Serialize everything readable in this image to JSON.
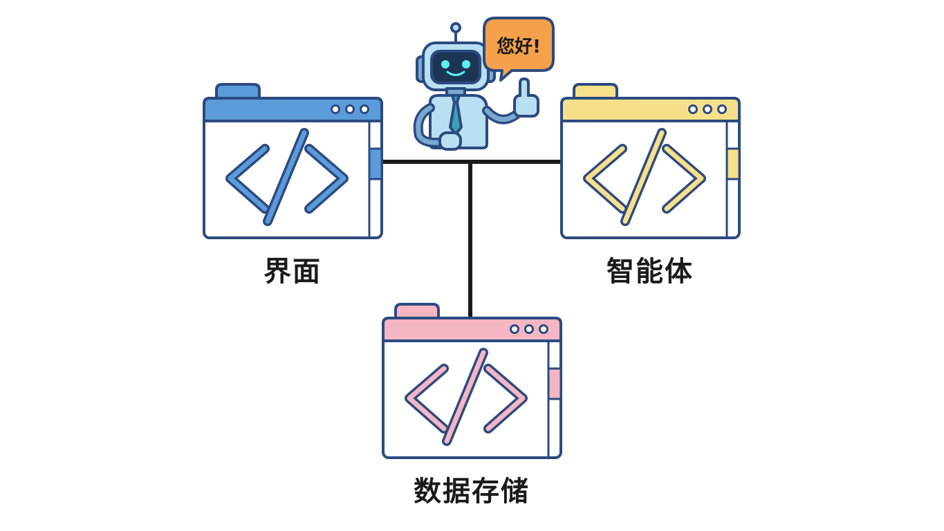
{
  "diagram": {
    "nodes": [
      {
        "id": "ui",
        "label": "界面",
        "accent": "#5b9bd9",
        "light": "#dbe9f8"
      },
      {
        "id": "agent",
        "label": "智能体",
        "accent": "#f7e08a",
        "light": "#fbf2c9"
      },
      {
        "id": "storage",
        "label": "数据存储",
        "accent": "#f4b6c2",
        "light": "#fadbe1"
      }
    ],
    "robot": {
      "speech": "您好!",
      "bubble_color": "#f5a04a",
      "icon": "robot-thumbs-up-icon"
    },
    "window_icon": "code-window-icon",
    "outline_color": "#2b4a80",
    "connector_color": "#1a1a1a"
  }
}
